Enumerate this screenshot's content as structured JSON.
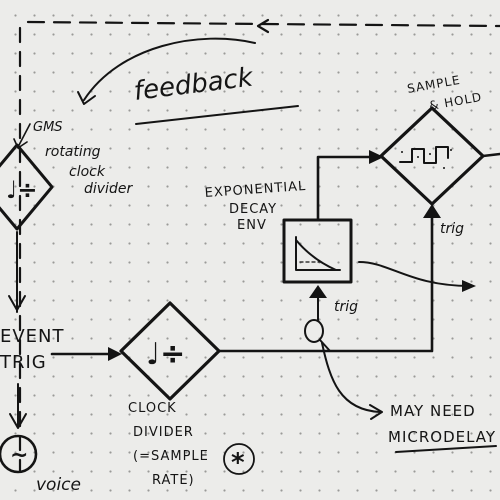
{
  "labels": {
    "feedback": "feedback",
    "gms_line1": "GMS",
    "gms_line2": "rotating",
    "gms_line3": "clock",
    "gms_line4": "divider",
    "event_line1": "EVENT",
    "event_line2": "TRIG",
    "voice": "voice",
    "clock_line1": "CLOCK",
    "clock_line2": "DIVIDER",
    "clock_line3": "(=SAMPLE",
    "clock_line4": "RATE)",
    "asterisk": "*",
    "exp_line1": "EXPONENTIAL",
    "exp_line2": "DECAY",
    "exp_line3": "ENV",
    "sh_line1": "SAMPLE",
    "sh_line2": "& HOLD",
    "trig_env": "trig",
    "trig_sh": "trig",
    "may_line1": "MAY NEED",
    "may_line2": "MICRODELAY"
  },
  "symbols": {
    "divider_left": "♩÷",
    "divider_center": "♩÷",
    "voice_icon": "~"
  },
  "colors": {
    "paper": "#ececea",
    "ink": "#141414",
    "dots": "#9a9a98"
  }
}
